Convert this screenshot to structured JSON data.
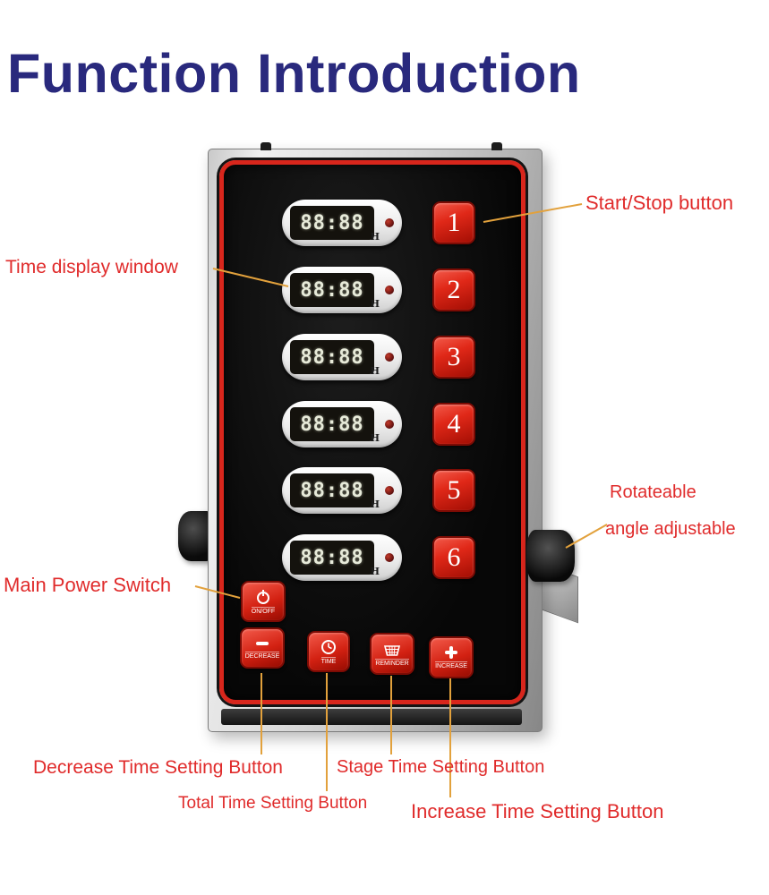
{
  "title": "Function Introduction",
  "device": {
    "channels": [
      {
        "number": "1",
        "display": "88:88",
        "unit": "H"
      },
      {
        "number": "2",
        "display": "88:88",
        "unit": "H"
      },
      {
        "number": "3",
        "display": "88:88",
        "unit": "H"
      },
      {
        "number": "4",
        "display": "88:88",
        "unit": "H"
      },
      {
        "number": "5",
        "display": "88:88",
        "unit": "H"
      },
      {
        "number": "6",
        "display": "88:88",
        "unit": "H"
      }
    ],
    "controls": {
      "power": {
        "label": "ON/OFF",
        "icon": "power-icon"
      },
      "decrease": {
        "label": "DECREASE",
        "icon": "minus-icon"
      },
      "time": {
        "label": "TIME",
        "icon": "clock-icon"
      },
      "reminder": {
        "label": "REMINDER",
        "icon": "basket-icon"
      },
      "increase": {
        "label": "INCREASE",
        "icon": "plus-icon"
      }
    }
  },
  "annotations": {
    "start_stop": "Start/Stop button",
    "time_display": "Time display window",
    "rotatable_line1": "Rotateable",
    "rotatable_line2": "angle adjustable",
    "main_power": "Main Power Switch",
    "decrease": "Decrease Time Setting Button",
    "total": "Total Time Setting Button",
    "stage": "Stage Time Setting Button",
    "increase": "Increase Time Setting Button"
  },
  "colors": {
    "title_blue": "#29297d",
    "annotation_red": "#e02b2b",
    "leader_orange": "#e2a13c",
    "button_red": "#d8261c",
    "lcd_background": "#14120d"
  }
}
